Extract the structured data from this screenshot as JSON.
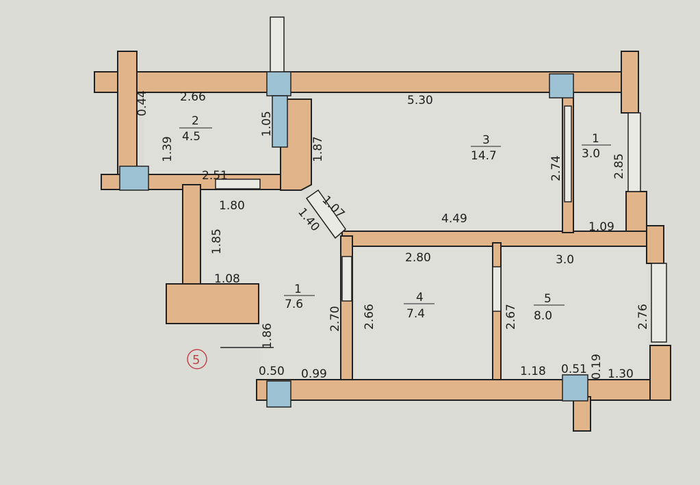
{
  "plan": {
    "colors": {
      "background": "#dcdcd6",
      "floor": "#dfdfd9",
      "wall": "#e2b489",
      "column": "#9cc2d4",
      "line": "#222222",
      "marker": "#c2444a"
    },
    "entrance_marker": "5",
    "rooms": [
      {
        "id": "room-2",
        "number": "2",
        "area": "4.5"
      },
      {
        "id": "room-3",
        "number": "3",
        "area": "14.7"
      },
      {
        "id": "room-1-balcony",
        "number": "1",
        "area": "3.0"
      },
      {
        "id": "room-1-hall",
        "number": "1",
        "area": "7.6"
      },
      {
        "id": "room-4",
        "number": "4",
        "area": "7.4"
      },
      {
        "id": "room-5",
        "number": "5",
        "area": "8.0"
      }
    ],
    "dimensions": {
      "d266": "2.66",
      "d044": "0.44",
      "d139": "1.39",
      "d251": "2.51",
      "d105": "1.05",
      "d530": "5.30",
      "d187": "1.87",
      "d107": "1.07",
      "d140": "1.40",
      "d449": "4.49",
      "d274": "2.74",
      "d285": "2.85",
      "d109": "1.09",
      "d180": "1.80",
      "d185": "1.85",
      "d108": "1.08",
      "d186": "1.86",
      "d050": "0.50",
      "d099": "0.99",
      "d270": "2.70",
      "d280": "2.80",
      "d266b": "2.66",
      "d267": "2.67",
      "d30": "3.0",
      "d276": "2.76",
      "d118": "1.18",
      "d051": "0.51",
      "d019": "0.19",
      "d130": "1.30"
    }
  }
}
